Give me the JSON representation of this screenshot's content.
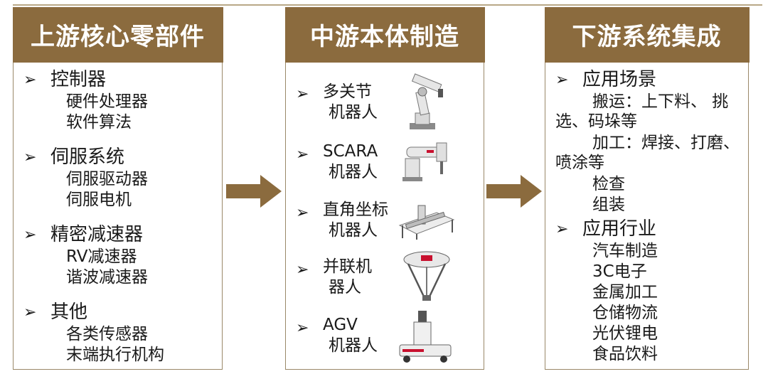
{
  "upstream": {
    "title": "上游核心零部件",
    "groups": [
      {
        "heading": "控制器",
        "items": [
          "硬件处理器",
          "软件算法"
        ]
      },
      {
        "heading": "伺服系统",
        "items": [
          "伺服驱动器",
          "伺服电机"
        ]
      },
      {
        "heading": "精密减速器",
        "items": [
          "RV减速器",
          "谐波减速器"
        ]
      },
      {
        "heading": "其他",
        "items": [
          "各类传感器",
          "末端执行机构"
        ]
      }
    ]
  },
  "midstream": {
    "title": "中游本体制造",
    "robots": [
      {
        "line1": "多关节",
        "line2": "机器人",
        "icon": "articulated-robot-icon"
      },
      {
        "line1": "SCARA",
        "line2": "机器人",
        "icon": "scara-robot-icon"
      },
      {
        "line1": "直角坐标",
        "line2": "机器人",
        "icon": "cartesian-robot-icon"
      },
      {
        "line1": "并联机",
        "line2": "器人",
        "icon": "parallel-robot-icon"
      },
      {
        "line1": "AGV",
        "line2": "机器人",
        "icon": "agv-robot-icon"
      }
    ]
  },
  "downstream": {
    "title": "下游系统集成",
    "scenarios": {
      "heading": "应用场景",
      "items": [
        "搬运：上下料、 挑选、码垛等",
        "加工：焊接、打磨、喷涂等",
        "检查",
        "组装"
      ]
    },
    "industries": {
      "heading": "应用行业",
      "items": [
        "汽车制造",
        "3C电子",
        "金属加工",
        "仓储物流",
        "光伏锂电",
        "食品饮料"
      ]
    }
  },
  "colors": {
    "header": "#8b6b3e",
    "border": "#9a8868",
    "arrow": "#8b6b3e"
  },
  "bullet_symbol": "➢"
}
